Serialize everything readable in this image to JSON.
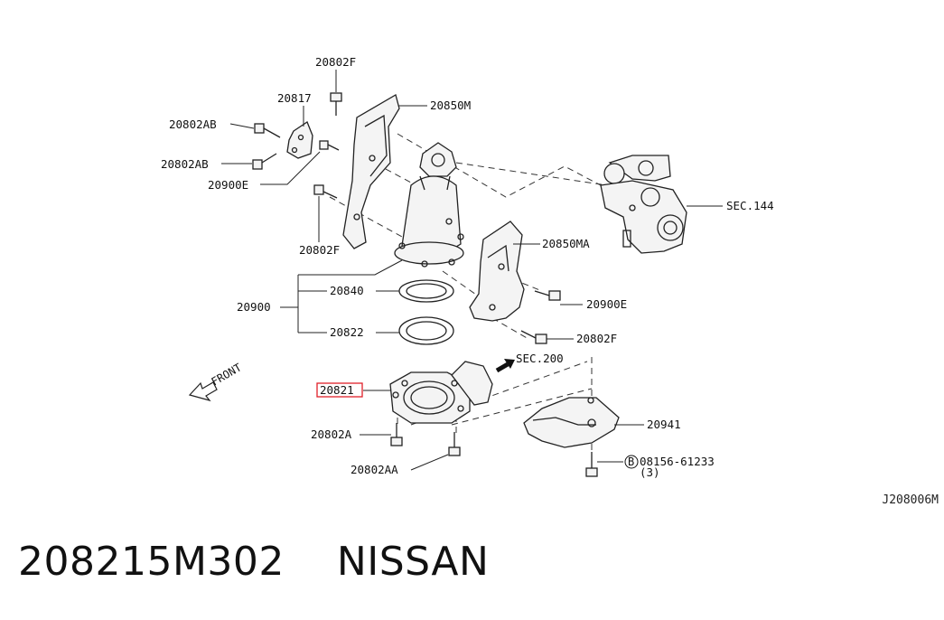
{
  "labels": {
    "l20802f_top": "20802F",
    "l20817": "20817",
    "l20850m": "20850M",
    "l20802ab_1": "20802AB",
    "l20802ab_2": "20802AB",
    "l20900e_left": "20900E",
    "l20802f_mid": "20802F",
    "lsec144": "SEC.144",
    "l20850ma": "20850MA",
    "l20900": "20900",
    "l20840": "20840",
    "l20900e_right": "20900E",
    "l20822": "20822",
    "l20802f_right": "20802F",
    "lsec200": "SEC.200",
    "lfront": "FRONT",
    "l20821": "20821",
    "l20941": "20941",
    "l20802a": "20802A",
    "l20802aa": "20802AA",
    "lbolt": "08156-61233",
    "lbolt_qty": "(3)",
    "lb_circle": "B"
  },
  "highlight_color": "#e0202a",
  "diagram_code": "J208006M",
  "caption": "208215M302    NISSAN"
}
